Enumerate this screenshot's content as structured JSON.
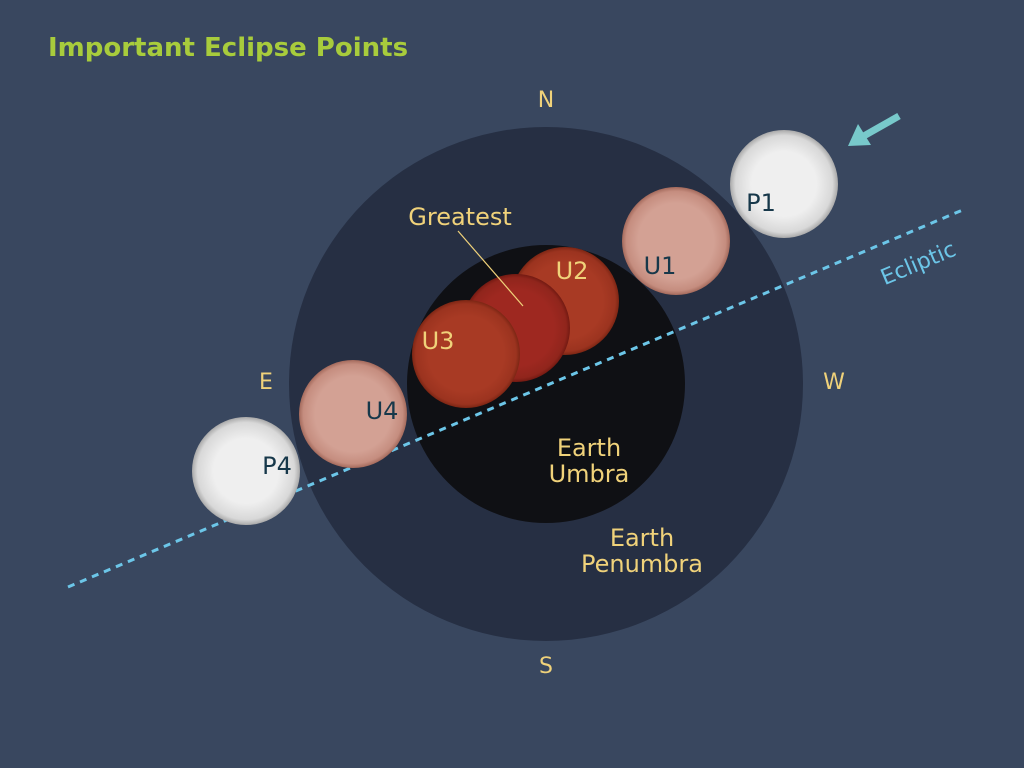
{
  "title": "Important Eclipse Points",
  "directions": {
    "north": "N",
    "south": "S",
    "east": "E",
    "west": "W"
  },
  "labels": {
    "greatest": "Greatest",
    "ecliptic": "Ecliptic",
    "umbra_line1": "Earth",
    "umbra_line2": "Umbra",
    "penumbra_line1": "Earth",
    "penumbra_line2": "Penumbra"
  },
  "points": {
    "p1": "P1",
    "u1": "U1",
    "u2": "U2",
    "u3": "U3",
    "u4": "U4",
    "p4": "P4"
  },
  "colors": {
    "background": "#39475f",
    "penumbra": "#262f43",
    "umbra": "#0f1014",
    "moon_full": "#efefef",
    "moon_partial": "#d3a194",
    "moon_total": "#a83a24",
    "moon_greatest": "#9e2820",
    "ecliptic": "#6cc6e8",
    "arrow": "#78c9cb",
    "title": "#a8cc3c",
    "label": "#f0d27a"
  }
}
